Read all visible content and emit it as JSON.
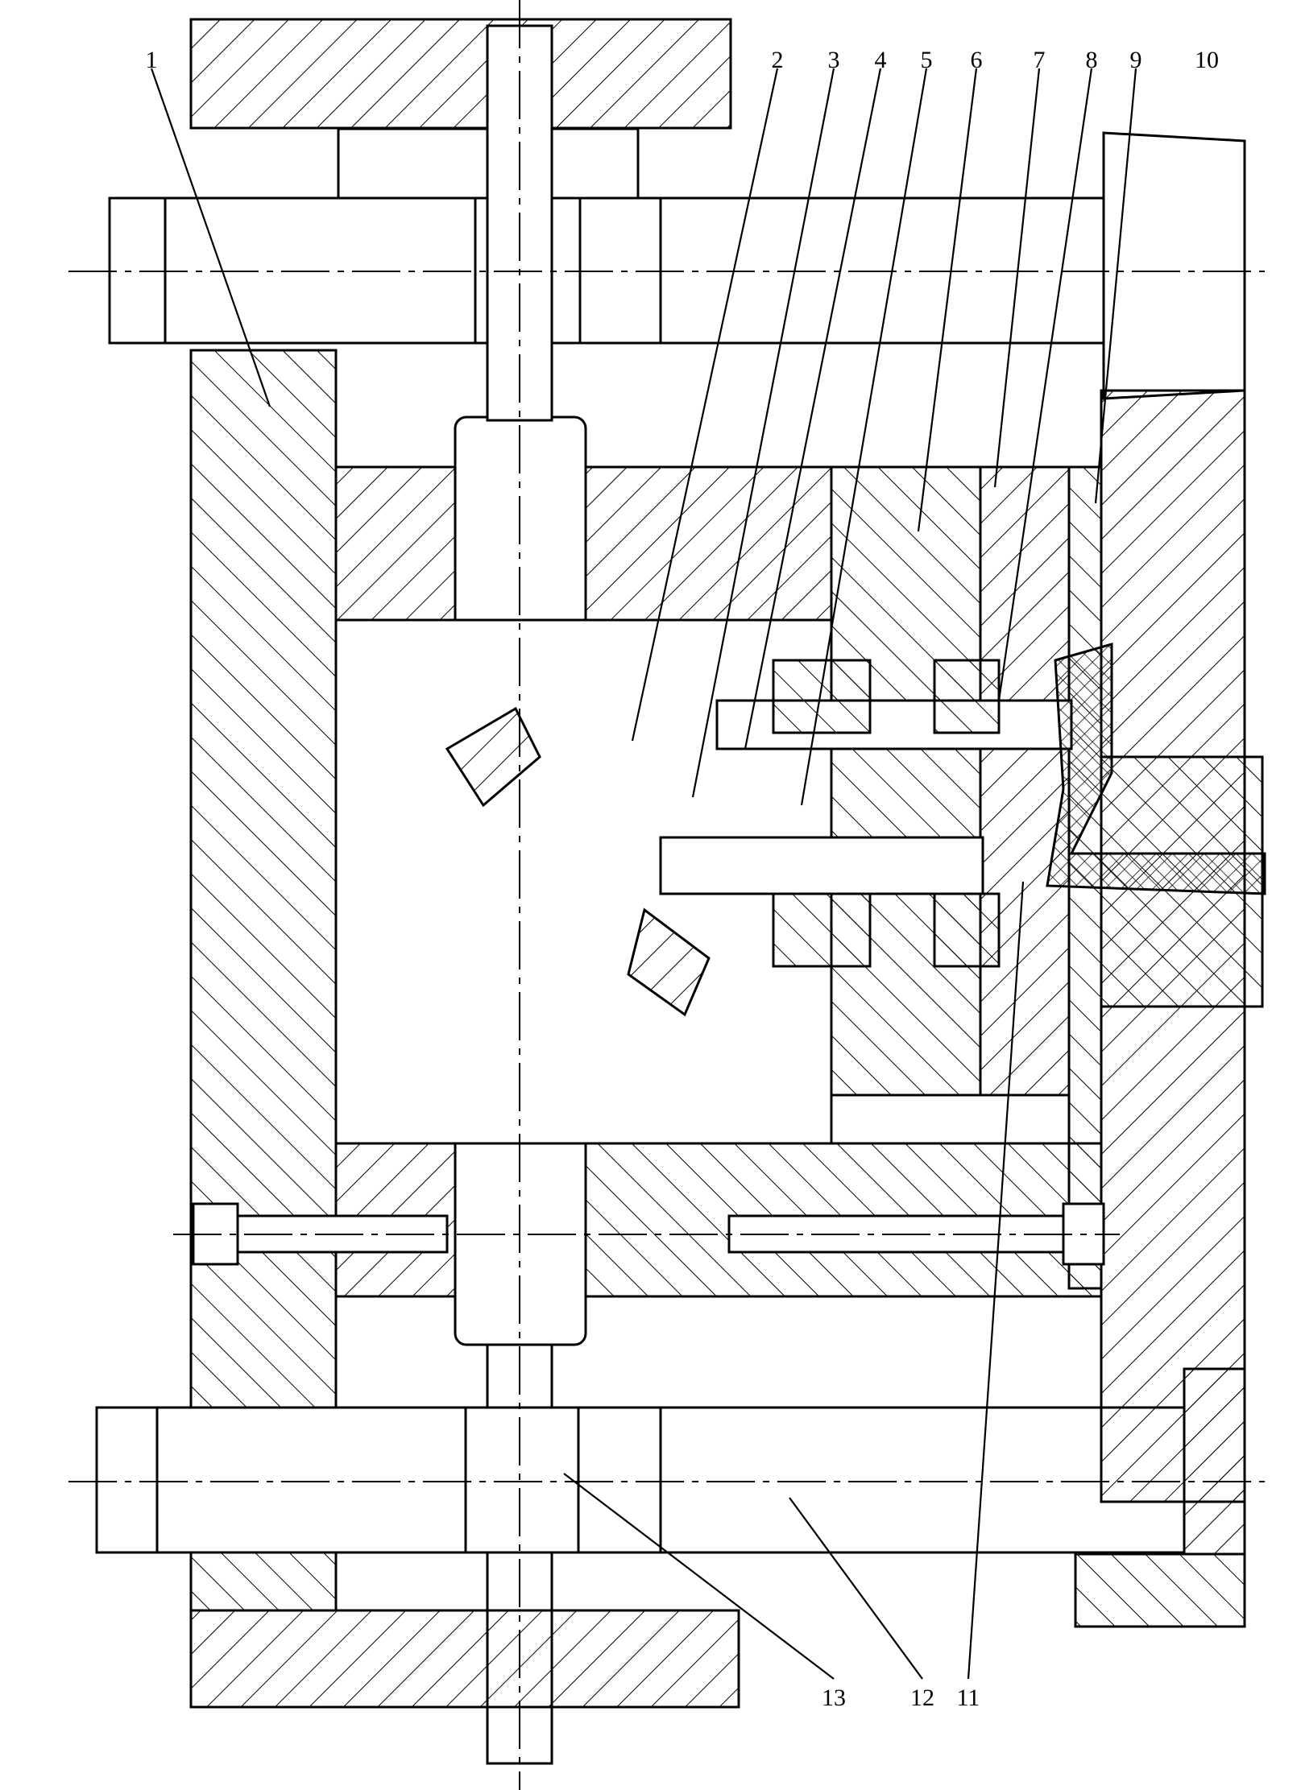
{
  "diagram": {
    "callouts": [
      {
        "id": "1",
        "text": "1"
      },
      {
        "id": "2",
        "text": "2"
      },
      {
        "id": "3",
        "text": "3"
      },
      {
        "id": "4",
        "text": "4"
      },
      {
        "id": "5",
        "text": "5"
      },
      {
        "id": "6",
        "text": "6"
      },
      {
        "id": "7",
        "text": "7"
      },
      {
        "id": "8",
        "text": "8"
      },
      {
        "id": "9",
        "text": "9"
      },
      {
        "id": "10",
        "text": "10"
      },
      {
        "id": "11",
        "text": "11"
      },
      {
        "id": "12",
        "text": "12"
      },
      {
        "id": "13",
        "text": "13"
      }
    ],
    "colors": {
      "ink": "#000000",
      "paper": "#ffffff"
    }
  }
}
